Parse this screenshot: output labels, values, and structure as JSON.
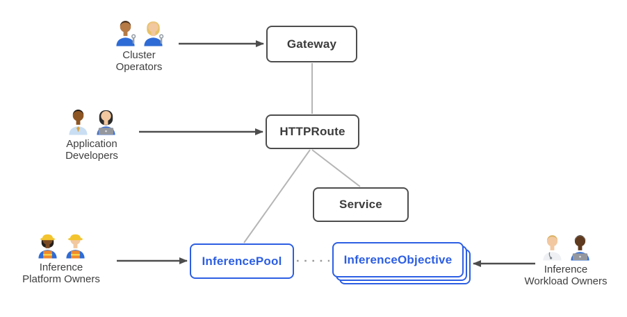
{
  "nodes": {
    "gateway": {
      "label": "Gateway"
    },
    "httproute": {
      "label": "HTTPRoute"
    },
    "service": {
      "label": "Service"
    },
    "inference_pool": {
      "label": "InferencePool"
    },
    "inference_objective": {
      "label": "InferenceObjective"
    }
  },
  "actors": {
    "cluster_operators": {
      "label": "Cluster\nOperators",
      "icons": [
        "man-mechanic-icon",
        "woman-mechanic-icon"
      ]
    },
    "application_developers": {
      "label": "Application\nDevelopers",
      "icons": [
        "man-office-worker-icon",
        "woman-technologist-icon"
      ]
    },
    "inference_platform_owners": {
      "label": "Inference\nPlatform Owners",
      "icons": [
        "woman-construction-worker-icon",
        "man-construction-worker-icon"
      ]
    },
    "inference_workload_owners": {
      "label": "Inference\nWorkload Owners",
      "icons": [
        "health-worker-icon",
        "man-technologist-icon"
      ]
    }
  },
  "edges": [
    {
      "from": "cluster_operators",
      "to": "gateway",
      "type": "arrow"
    },
    {
      "from": "application_developers",
      "to": "httproute",
      "type": "arrow"
    },
    {
      "from": "inference_platform_owners",
      "to": "inference_pool",
      "type": "arrow"
    },
    {
      "from": "inference_workload_owners",
      "to": "inference_objective",
      "type": "arrow"
    },
    {
      "from": "gateway",
      "to": "httproute",
      "type": "line"
    },
    {
      "from": "httproute",
      "to": "service",
      "type": "line"
    },
    {
      "from": "httproute",
      "to": "inference_pool",
      "type": "line"
    },
    {
      "from": "inference_pool",
      "to": "inference_objective",
      "type": "dotted"
    }
  ],
  "colors": {
    "accent_blue": "#2c5ee3",
    "node_border": "#4d4d4d",
    "node_text": "#3b3b3b",
    "connector_gray": "#b5b5b5",
    "dotted_gray": "#9a9a9a",
    "arrow_gray": "#4d4d4d",
    "background": "#ffffff"
  }
}
